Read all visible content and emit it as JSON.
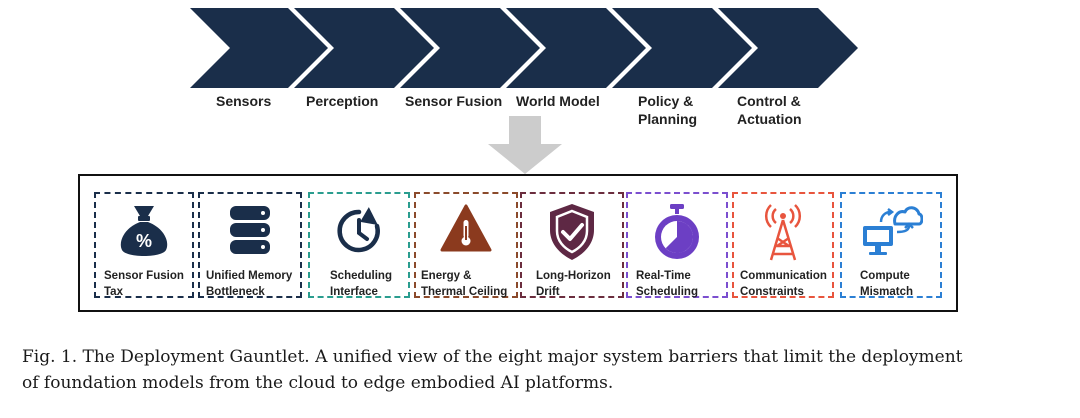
{
  "colors": {
    "chevron": "#1a2e4a",
    "arrow": "#cccccc",
    "icon_navy": "#1a2e4a",
    "border_dark": "#1a2e4a",
    "border_teal": "#2a9d8f",
    "border_brown": "#8b4a2b",
    "border_maroon": "#6b2d3e",
    "border_purple": "#7b4fcf",
    "border_red": "#e8553e",
    "border_blue": "#2b7fd4",
    "icon_brown": "#8b3a1e",
    "icon_maroon": "#5e2844",
    "icon_purple": "#6c3fc4",
    "icon_red": "#e8553e",
    "icon_blue": "#2b7fd4"
  },
  "pipeline": {
    "stages": [
      {
        "label_lines": [
          "Sensors"
        ]
      },
      {
        "label_lines": [
          "Perception"
        ]
      },
      {
        "label_lines": [
          "Sensor Fusion"
        ]
      },
      {
        "label_lines": [
          "World Model"
        ]
      },
      {
        "label_lines": [
          "Policy &",
          "Planning"
        ]
      },
      {
        "label_lines": [
          "Control &",
          "Actuation"
        ]
      }
    ]
  },
  "barriers": [
    {
      "label_lines": [
        "Sensor Fusion",
        "Tax"
      ],
      "icon": "money-bag-icon",
      "icon_glyph": "%",
      "icon_color": "#1a2e4a",
      "border_color": "#1a2e4a"
    },
    {
      "label_lines": [
        "Unified Memory",
        "Bottleneck"
      ],
      "icon": "database-icon",
      "icon_color": "#1a2e4a",
      "border_color": "#1a2e4a"
    },
    {
      "label_lines": [
        "Scheduling",
        "Interface"
      ],
      "icon": "clock-refresh-icon",
      "icon_color": "#1a2e4a",
      "border_color": "#2a9d8f"
    },
    {
      "label_lines": [
        "Energy &",
        "Thermal Ceiling"
      ],
      "icon": "thermometer-warning-icon",
      "icon_color": "#8b3a1e",
      "border_color": "#8b4a2b"
    },
    {
      "label_lines": [
        "Long-Horizon",
        "Drift"
      ],
      "icon": "shield-check-icon",
      "icon_color": "#5e2844",
      "border_color": "#6b2d3e"
    },
    {
      "label_lines": [
        "Real-Time",
        "Scheduling"
      ],
      "icon": "stopwatch-icon",
      "icon_color": "#6c3fc4",
      "border_color": "#7b4fcf"
    },
    {
      "label_lines": [
        "Communication",
        "Constraints"
      ],
      "icon": "signal-tower-icon",
      "icon_color": "#e8553e",
      "border_color": "#e8553e"
    },
    {
      "label_lines": [
        "Compute",
        "Mismatch"
      ],
      "icon": "cloud-computer-icon",
      "icon_color": "#2b7fd4",
      "border_color": "#2b7fd4"
    }
  ],
  "caption": {
    "lines": [
      "Fig. 1.  The Deployment Gauntlet. A unified view of the eight major system barriers that limit the deployment",
      "of foundation models from the cloud to edge embodied AI platforms."
    ]
  }
}
